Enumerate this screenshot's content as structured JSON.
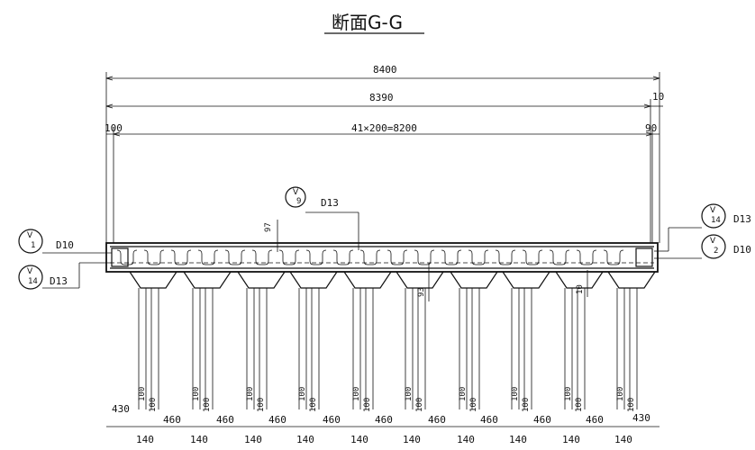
{
  "title": "断面G-G",
  "dims": {
    "overall": "8400",
    "inner": "8390",
    "right_gap": "10",
    "left_edge": "100",
    "right_edge": "90",
    "spacing": "41×200=8200",
    "vert_97": "97",
    "vert_93": "93",
    "vert_10": "10"
  },
  "callouts": {
    "top_mark": "9",
    "top_size": "D13",
    "left_top_mark": "1",
    "left_top_size": "D10",
    "left_bottom_mark": "14",
    "left_bottom_size": "D13",
    "right_top_mark": "14",
    "right_top_size": "D13",
    "right_bottom_mark": "2",
    "right_bottom_size": "D10"
  },
  "bottom": {
    "left_end": "430",
    "right_end": "430",
    "pile_spacing": "460",
    "pile_width": "140",
    "pile_sub": "100"
  }
}
